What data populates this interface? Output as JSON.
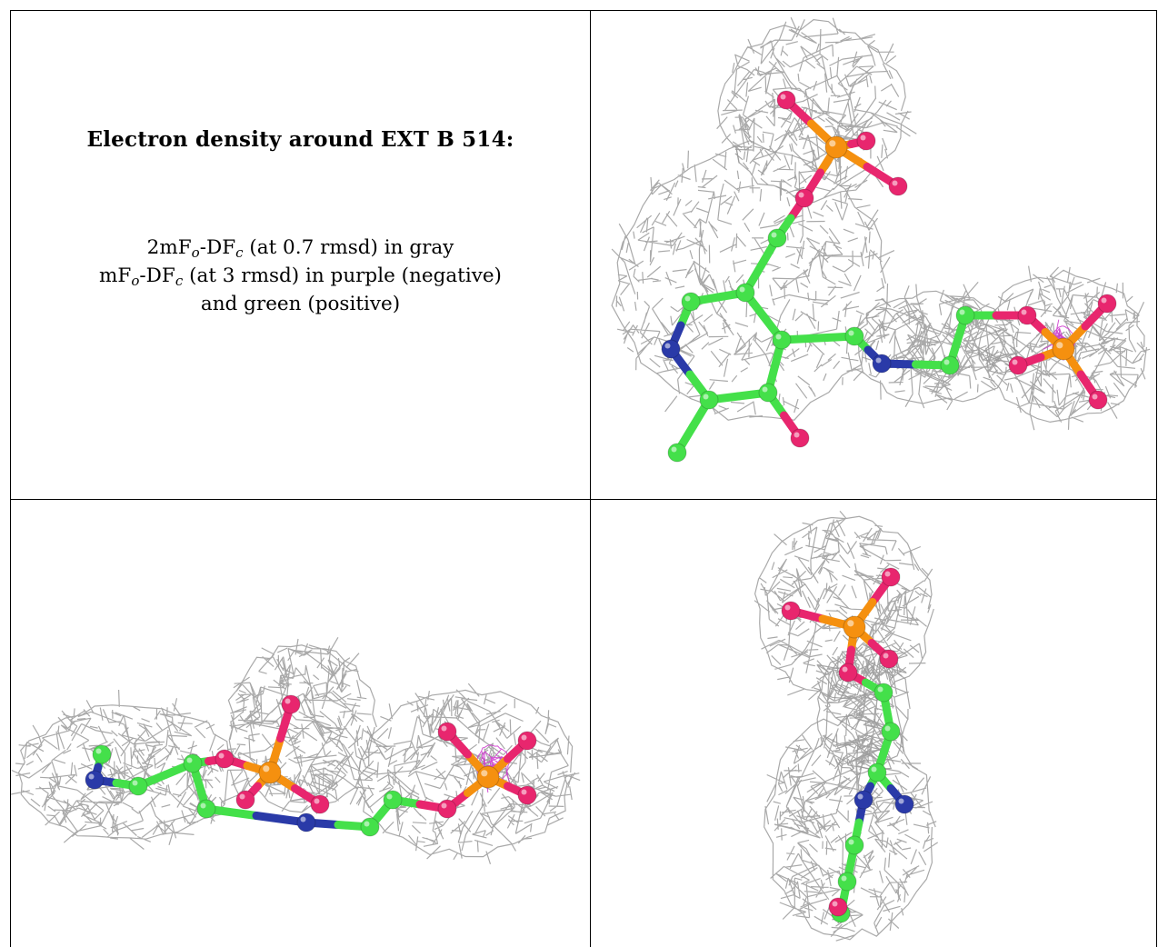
{
  "caption": {
    "title": "Electron density around EXT B 514:",
    "map_2fofc": {
      "prefix": "2mF",
      "o": "o",
      "mid": "-DF",
      "c": "c",
      "suffix": " (at 0.7 rmsd) in gray"
    },
    "map_fofc": {
      "prefix": "mF",
      "o": "o",
      "mid": "-DF",
      "c": "c",
      "suffix": " (at 3 rmsd) in purple (negative)"
    },
    "map_fofc_cont": "and green (positive)"
  },
  "colors": {
    "mesh_gray": "#9a9a9a",
    "mesh_purple": "#cc33cc",
    "carbon": "#44e04a",
    "oxygen": "#e8266e",
    "phosphorus": "#f5900f",
    "nitrogen": "#2a3aa8"
  },
  "views": [
    {
      "name": "view-top-right"
    },
    {
      "name": "view-bottom-left"
    },
    {
      "name": "view-bottom-right"
    }
  ]
}
